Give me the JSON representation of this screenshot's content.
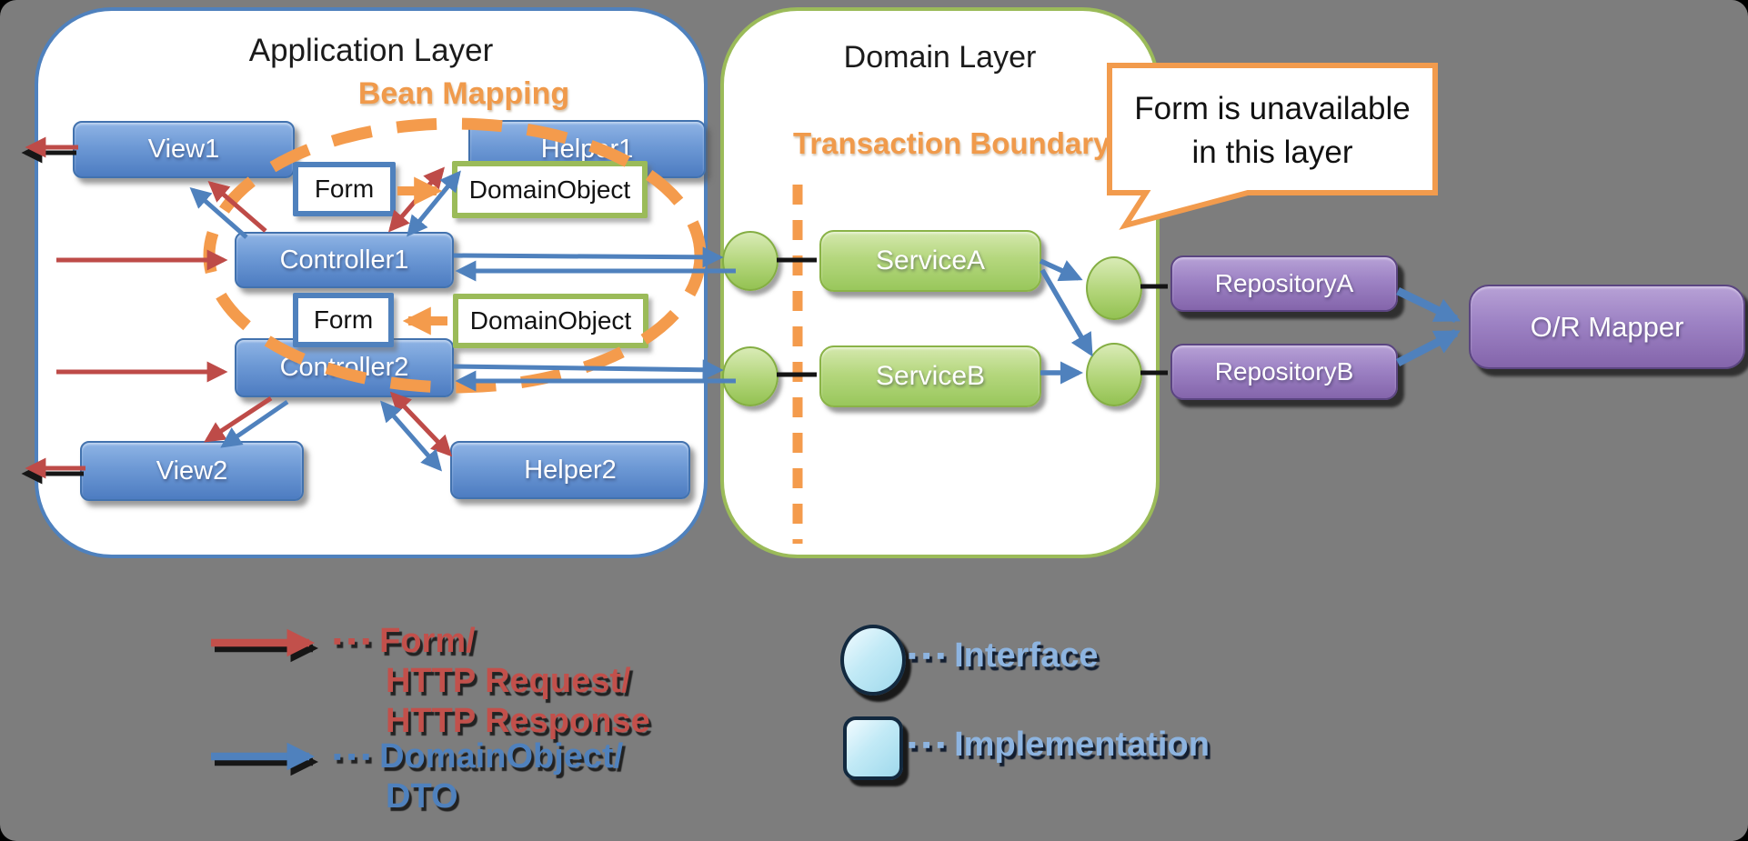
{
  "layers": {
    "application": {
      "title": "Application Layer"
    },
    "domain": {
      "title": "Domain Layer"
    }
  },
  "annotations": {
    "bean_mapping": "Bean Mapping",
    "transaction_boundary": "Transaction Boundary",
    "callout_line1": "Form is unavailable",
    "callout_line2": "in this layer"
  },
  "nodes": {
    "view1": "View1",
    "helper1": "Helper1",
    "controller1": "Controller1",
    "form1": "Form",
    "domainobject1": "DomainObject",
    "form2": "Form",
    "domainobject2": "DomainObject",
    "controller2": "Controller2",
    "view2": "View2",
    "helper2": "Helper2",
    "service_a": "ServiceA",
    "service_b": "ServiceB",
    "repository_a": "RepositoryA",
    "repository_b": "RepositoryB",
    "or_mapper": "O/R Mapper"
  },
  "legend": {
    "dots": "▪▪▪",
    "red_line1": "Form/",
    "red_line2": "HTTP Request/",
    "red_line3": "HTTP Response",
    "blue_line1": "DomainObject/",
    "blue_line2": "DTO",
    "interface": "Interface",
    "implementation": "Implementation"
  },
  "colors": {
    "background": "#7d7d7d",
    "app_border": "#4F81BD",
    "domain_border": "#9BBB59",
    "orange": "#F49B4C",
    "red_arrow": "#BE4B48",
    "blue_arrow": "#4F81BD",
    "green": "#9BBB59",
    "purple": "#8064A2"
  }
}
